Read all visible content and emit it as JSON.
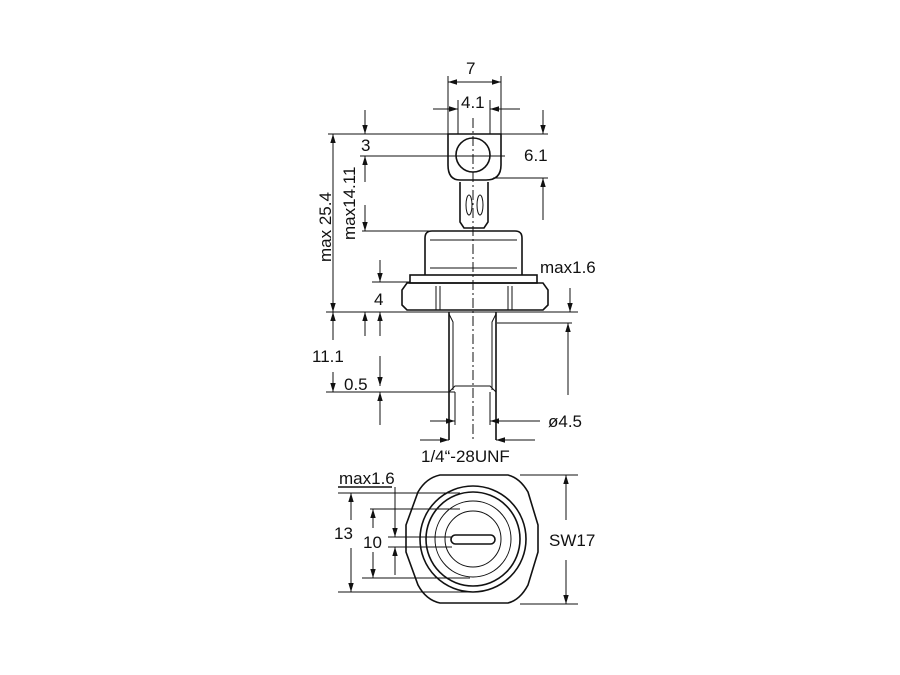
{
  "drawing": {
    "labels": {
      "width_7": "7",
      "width_4_1": "4.1",
      "dim_3": "3",
      "dim_6_1": "6.1",
      "max_25_4": "max 25.4",
      "max_14_11": "max14.11",
      "max_1_6_side": "max1.6",
      "dim_4": "4",
      "dim_11_1": "11.1",
      "dim_0_5": "0.5",
      "dia_4_5": "ø4.5",
      "thread": "1/4“-28UNF",
      "max_1_6_bottom": "max1.6",
      "dim_13": "13",
      "dim_10": "10",
      "sw17": "SW17"
    }
  }
}
